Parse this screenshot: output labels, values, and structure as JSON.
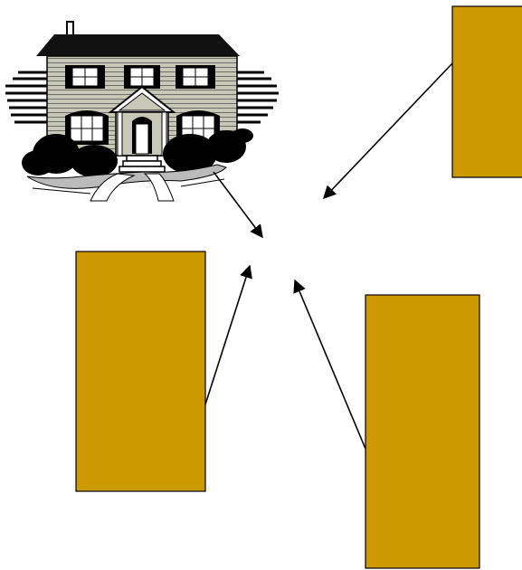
{
  "diagram": {
    "boxes": [
      {
        "id": "top-right",
        "label": ""
      },
      {
        "id": "left",
        "label": ""
      },
      {
        "id": "bottom-right",
        "label": ""
      }
    ],
    "house_image": "house-clipart",
    "colors": {
      "box_fill": "#cc9900",
      "stroke": "#000000",
      "background": "#ffffff"
    }
  }
}
